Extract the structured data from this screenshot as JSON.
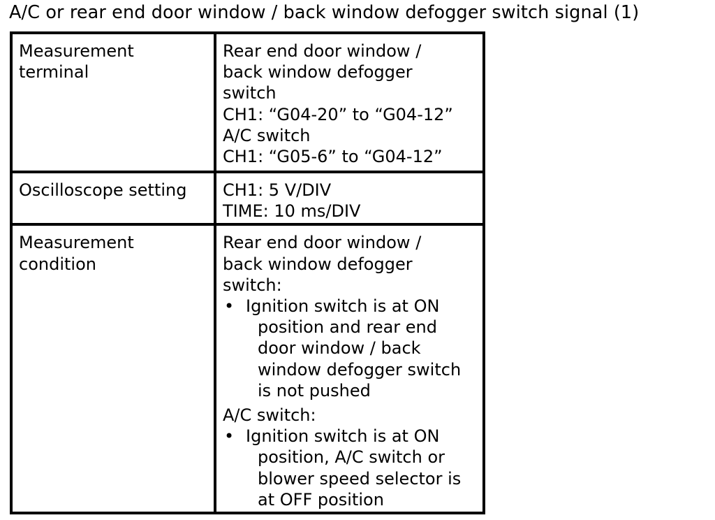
{
  "title": "A/C or rear end door window / back window defogger switch signal (1)",
  "rows": [
    {
      "label": [
        "Measurement",
        "terminal"
      ],
      "value": [
        "Rear end door window /",
        "back window defogger",
        "switch",
        "CH1: “G04-20” to “G04-12”",
        "A/C switch",
        "CH1: “G05-6” to “G04-12”"
      ]
    },
    {
      "label": [
        "Oscilloscope setting"
      ],
      "value": [
        "CH1: 5 V/DIV",
        "TIME: 10 ms/DIV"
      ]
    },
    {
      "label": [
        "Measurement",
        "condition"
      ],
      "value_intro": [
        "Rear end door window /",
        "back window defogger",
        "switch:"
      ],
      "bullet1": {
        "marker": "•",
        "first": "Ignition switch is at ON",
        "rest": [
          "position and rear end",
          "door window / back",
          "window defogger switch",
          "is not pushed"
        ]
      },
      "subhead": "A/C switch:",
      "bullet2": {
        "marker": "•",
        "first": "Ignition switch is at ON",
        "rest": [
          "position, A/C switch or",
          "blower speed selector is",
          "at OFF position"
        ]
      }
    }
  ]
}
